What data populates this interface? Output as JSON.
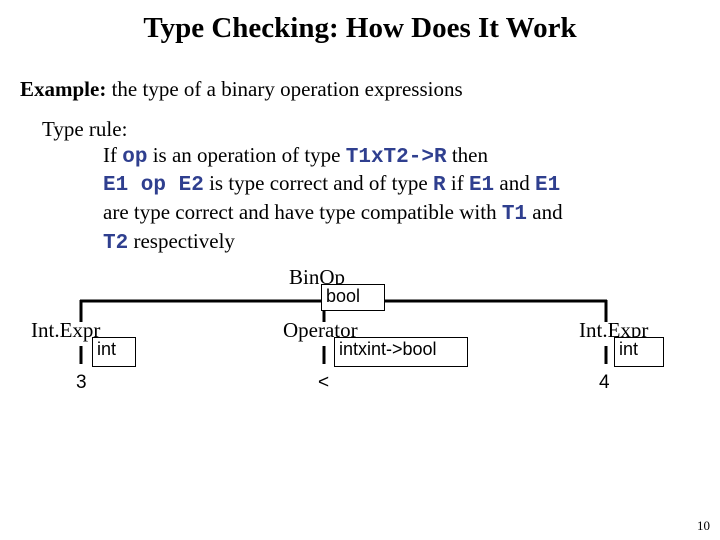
{
  "title": "Type Checking: How Does It Work",
  "example": {
    "label": "Example:",
    "text": " the type of a binary operation expressions"
  },
  "rule": {
    "label": "Type rule:",
    "line1": {
      "a": "If ",
      "op": "op",
      "b": " is an operation of type ",
      "sig": "T1xT2->R",
      "c": " then"
    },
    "line2": {
      "e1": "E1 op E2",
      "a": " is type correct and of type ",
      "r": "R",
      "b": " if ",
      "x1": "E1",
      "c": " and ",
      "x2": "E1"
    },
    "line3": {
      "a": "are type correct and have  type compatible with ",
      "t1": "T1",
      "b": " and"
    },
    "line4": {
      "t2": "T2",
      "a": " respectively"
    }
  },
  "tree": {
    "root": {
      "label": "BinOp",
      "type": "bool"
    },
    "left": {
      "label": "Int.Expr",
      "type": "int",
      "leaf": "3"
    },
    "middle": {
      "label": "Operator",
      "type": "intxint->bool",
      "leaf": "<"
    },
    "right": {
      "label": "Int.Expr",
      "type": "int",
      "leaf": "4"
    }
  },
  "page_number": "10"
}
